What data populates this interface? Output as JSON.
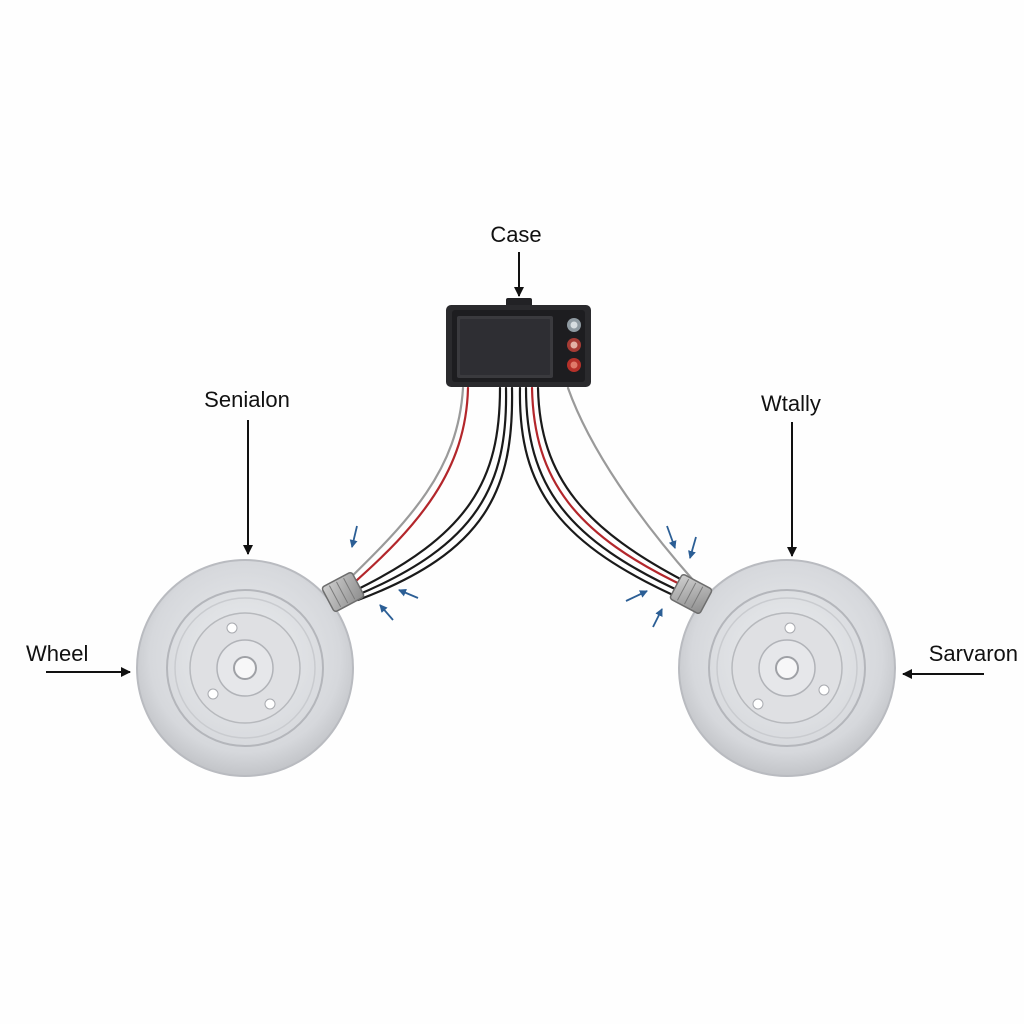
{
  "labels": {
    "top": "Case",
    "upper_left": "Senialon",
    "upper_right": "Wtally",
    "left": "Wheel",
    "right": "Sarvaron"
  },
  "colors": {
    "background": "#fefefe",
    "wire_black": "#1a1a1a",
    "wire_red": "#b3262b",
    "wire_gray": "#9a9a9a",
    "disc": "#dcdde0",
    "disc_edge": "#b9bbc0",
    "case_body": "#2a2a2d",
    "case_screen": "#3a3a3e",
    "arrow": "#111111",
    "flow_arrow": "#2b5e95"
  },
  "icons": {
    "case": "control-unit-icon",
    "wheel": "brake-disc-icon",
    "connector": "sensor-connector-icon"
  }
}
